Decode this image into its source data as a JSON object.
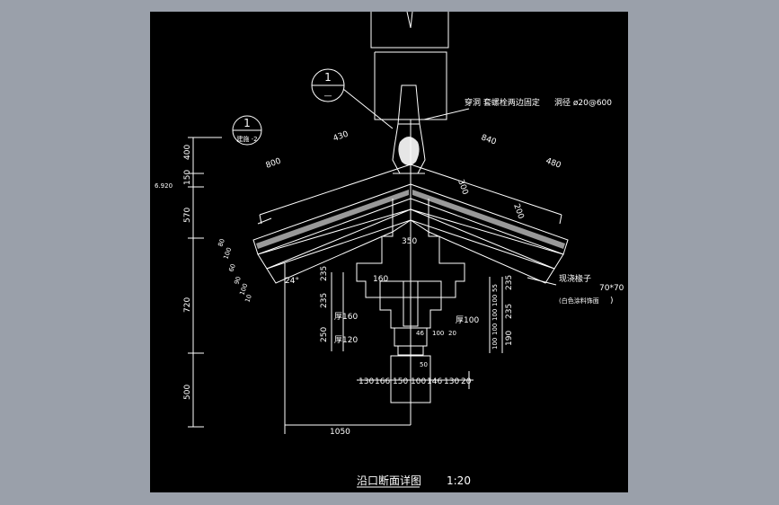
{
  "drawing": {
    "title": "沿口断面详图",
    "scale": "1:20",
    "colors": {
      "viewport_bg": "#000000",
      "line": "#ffffff",
      "outer_bg": "#9aa0aa"
    },
    "callout_a": {
      "number": "1",
      "ref": "—"
    },
    "callout_b": {
      "number": "1",
      "ref": "建施 -2"
    },
    "note_top": "穿洞  套螺栓两边固定",
    "note_top_right": "洞径  ø20@600",
    "note_rafter": "现浇椽子",
    "note_rafter_size": "70*70",
    "note_rafter_sub": "(白色涂料饰面",
    "note_rafter_close": ")",
    "elev_mark": "6.920",
    "angle_mark": "24°",
    "dims": {
      "top_left_a": "800",
      "top_left_b": "430",
      "top_right_a": "840",
      "top_right_b": "480",
      "slope_a": "300",
      "slope_b": "200",
      "ridge_width": "350",
      "bracket_top": "160",
      "thick_a": "厚160",
      "thick_b": "厚120",
      "thick_c": "厚100",
      "small_a": "46",
      "small_b": "100",
      "small_c": "20",
      "small_d": "50",
      "left_overhang": "1050",
      "left_v": [
        "400",
        "150",
        "570",
        "720",
        "500"
      ],
      "left_small_v": [
        "80",
        "100",
        "60",
        "90",
        "100",
        "10"
      ],
      "left_inner_v": [
        "235",
        "235",
        "250"
      ],
      "right_v": [
        "235",
        "235",
        "190"
      ],
      "right_small_v": [
        "55",
        "100",
        "100",
        "100",
        "100"
      ],
      "bottom_h": [
        "130",
        "166",
        "150",
        "100",
        "146",
        "130",
        "20"
      ]
    }
  }
}
